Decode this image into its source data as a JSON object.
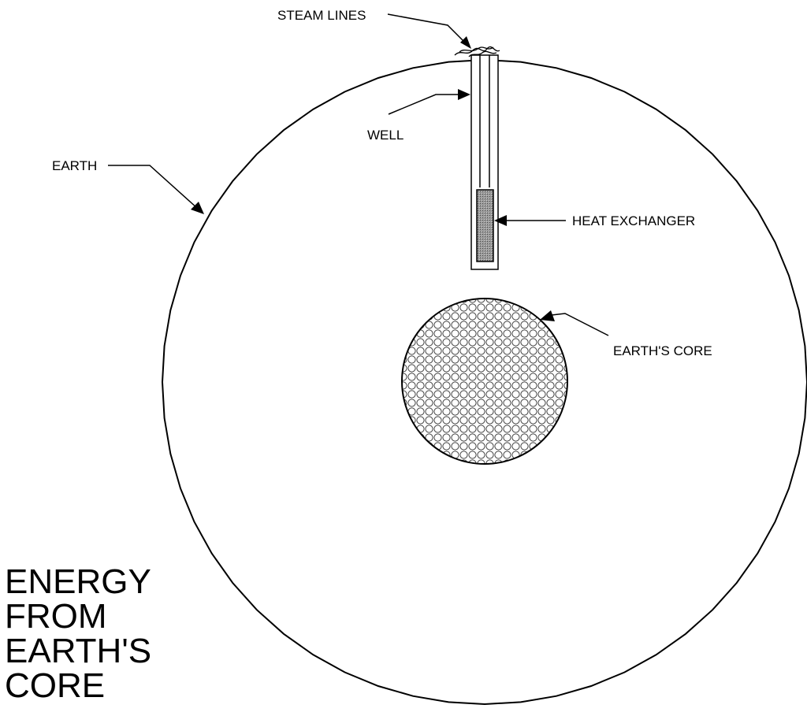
{
  "labels": {
    "steam_lines": "STEAM LINES",
    "well": "WELL",
    "earth": "EARTH",
    "heat_exchanger": "HEAT EXCHANGER",
    "earths_core": "EARTH'S CORE"
  },
  "title_lines": [
    "ENERGY",
    "FROM",
    "EARTH'S",
    "CORE"
  ],
  "colors": {
    "line": "#000000",
    "background": "#ffffff",
    "exchanger_fill": "#888888"
  }
}
